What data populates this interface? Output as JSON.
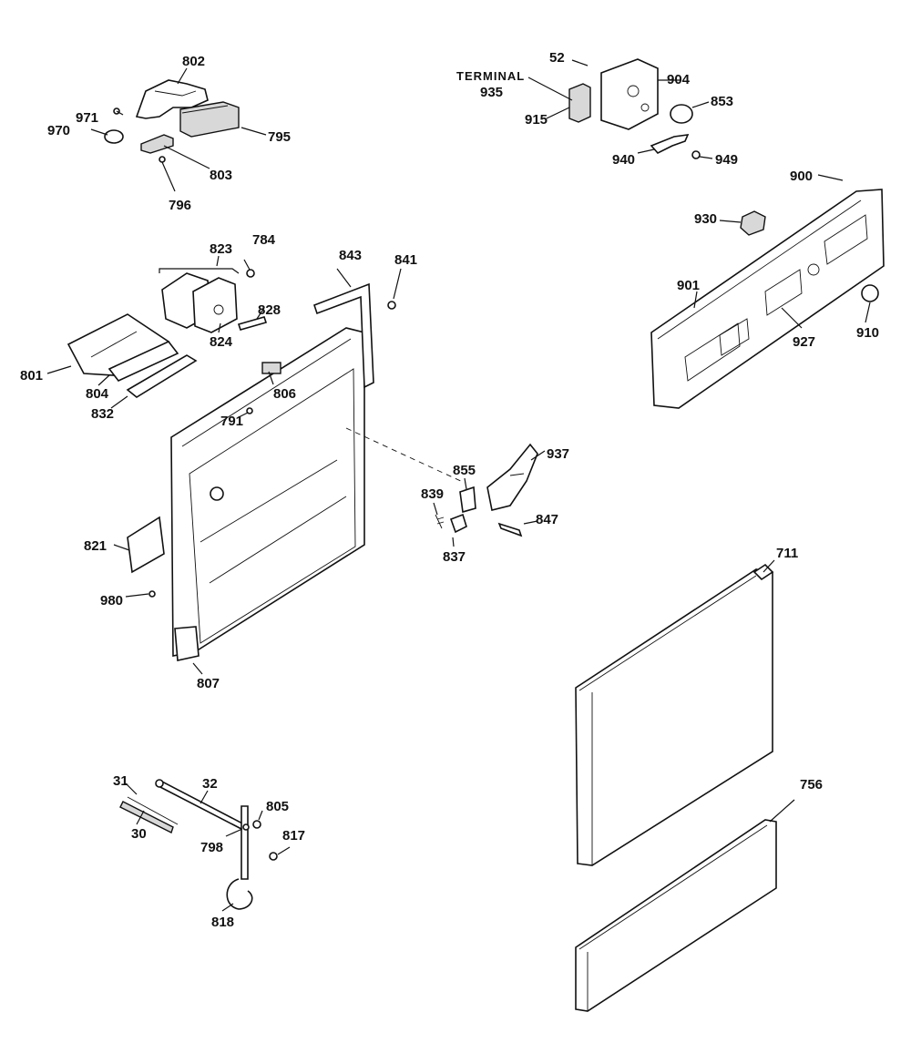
{
  "diagram": {
    "labels": {
      "p802": "802",
      "p971": "971",
      "p970": "970",
      "p795": "795",
      "p803": "803",
      "p796": "796",
      "p52": "52",
      "terminal": "TERMINAL",
      "p935": "935",
      "p904": "904",
      "p853": "853",
      "p915": "915",
      "p940": "940",
      "p949": "949",
      "p900": "900",
      "p930": "930",
      "p901": "901",
      "p910": "910",
      "p927": "927",
      "p823": "823",
      "p784": "784",
      "p843": "843",
      "p841": "841",
      "p828": "828",
      "p824": "824",
      "p801": "801",
      "p804": "804",
      "p832": "832",
      "p806": "806",
      "p791": "791",
      "p855": "855",
      "p937": "937",
      "p839": "839",
      "p847": "847",
      "p837": "837",
      "p821": "821",
      "p980": "980",
      "p807": "807",
      "p711": "711",
      "p31": "31",
      "p32": "32",
      "p30": "30",
      "p805": "805",
      "p798": "798",
      "p817": "817",
      "p818": "818",
      "p756": "756"
    }
  }
}
